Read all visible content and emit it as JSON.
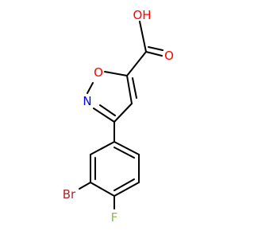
{
  "molecule": {
    "atom_labels": {
      "oh": "OH",
      "o_carbonyl": "O",
      "o_ring": "O",
      "n_ring": "N",
      "br": "Br",
      "f": "F"
    },
    "colors": {
      "bond": "#000000",
      "oxygen": "#ff0000",
      "nitrogen": "#0000ff",
      "bromine": "#a52a2a",
      "fluorine": "#8fbc4c"
    }
  }
}
